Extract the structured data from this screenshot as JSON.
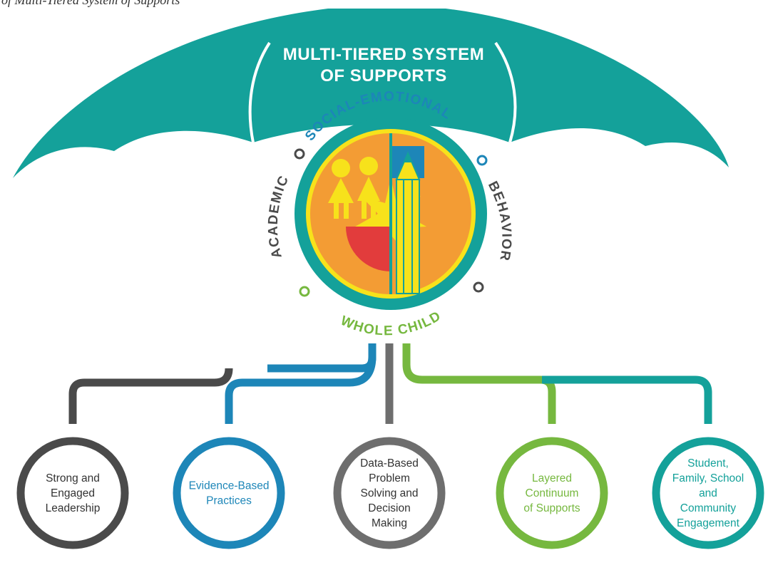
{
  "caption": "of Multi-Tiered System of Supports",
  "umbrella": {
    "title_line1": "MULTI-TIERED SYSTEM",
    "title_line2": "OF SUPPORTS"
  },
  "ring_labels": {
    "top": "SOCIAL-EMOTIONAL",
    "left": "ACADEMIC",
    "right": "BEHAVIOR",
    "bottom": "WHOLE CHILD"
  },
  "colors": {
    "teal": "#14a19a",
    "blue": "#1d86b8",
    "green": "#76b83f",
    "dark_gray": "#4a4a4a",
    "gray": "#6e6e6e",
    "seal_orange": "#f39c34",
    "seal_yellow": "#f7e21b",
    "seal_red": "#e23c3c"
  },
  "pillars": [
    {
      "lines": [
        "Strong and",
        "Engaged",
        "Leadership"
      ],
      "color": "#4a4a4a",
      "text_color": "#333333"
    },
    {
      "lines": [
        "Evidence-Based",
        "Practices"
      ],
      "color": "#1d86b8",
      "text_color": "#1d86b8"
    },
    {
      "lines": [
        "Data-Based",
        "Problem",
        "Solving and",
        "Decision",
        "Making"
      ],
      "color": "#6e6e6e",
      "text_color": "#333333"
    },
    {
      "lines": [
        "Layered",
        "Continuum",
        "of Supports"
      ],
      "color": "#76b83f",
      "text_color": "#76b83f"
    },
    {
      "lines": [
        "Student,",
        "Family, School",
        "and",
        "Community",
        "Engagement"
      ],
      "color": "#14a19a",
      "text_color": "#14a19a"
    }
  ]
}
